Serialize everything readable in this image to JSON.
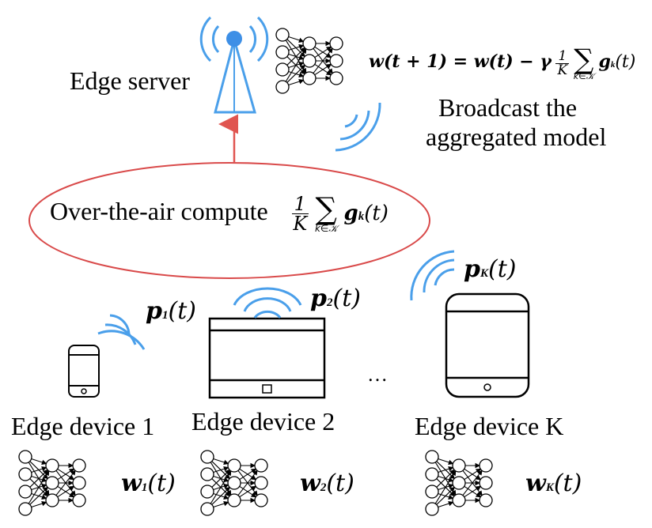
{
  "server": {
    "label": "Edge server",
    "update_eq": {
      "lhs": "w(t + 1) = w(t) − γ",
      "frac_num": "1",
      "frac_den": "K",
      "sum_sub": "k∈𝒦",
      "term": "g",
      "term_sub": "k",
      "term_arg": "(t)"
    },
    "broadcast_line1": "Broadcast the",
    "broadcast_line2": "aggregated model"
  },
  "aircomp": {
    "label": "Over-the-air compute",
    "frac_num": "1",
    "frac_den": "K",
    "sum_sub": "k∈𝒦",
    "term": "g",
    "term_sub": "k",
    "term_arg": "(t)"
  },
  "devices": [
    {
      "name": "Edge device 1",
      "power": "p",
      "power_sub": "1",
      "model": "w",
      "model_sub": "1",
      "arg": "(t)"
    },
    {
      "name": "Edge device 2",
      "power": "p",
      "power_sub": "2",
      "model": "w",
      "model_sub": "2",
      "arg": "(t)"
    },
    {
      "name": "Edge device K",
      "power": "p",
      "power_sub": "K",
      "model": "w",
      "model_sub": "K",
      "arg": "(t)"
    }
  ],
  "ellipsis": "…",
  "colors": {
    "signal": "#4a9fea",
    "antenna_dot": "#3d8fe6",
    "uplink_arrow": "#e05550",
    "ellipse": "#d94a4a",
    "device_stroke": "#000000"
  },
  "icons": [
    "antenna-icon",
    "neural-network-icon",
    "phone-icon",
    "laptop-icon",
    "tablet-icon",
    "wave-icon",
    "arrow-up-icon"
  ]
}
